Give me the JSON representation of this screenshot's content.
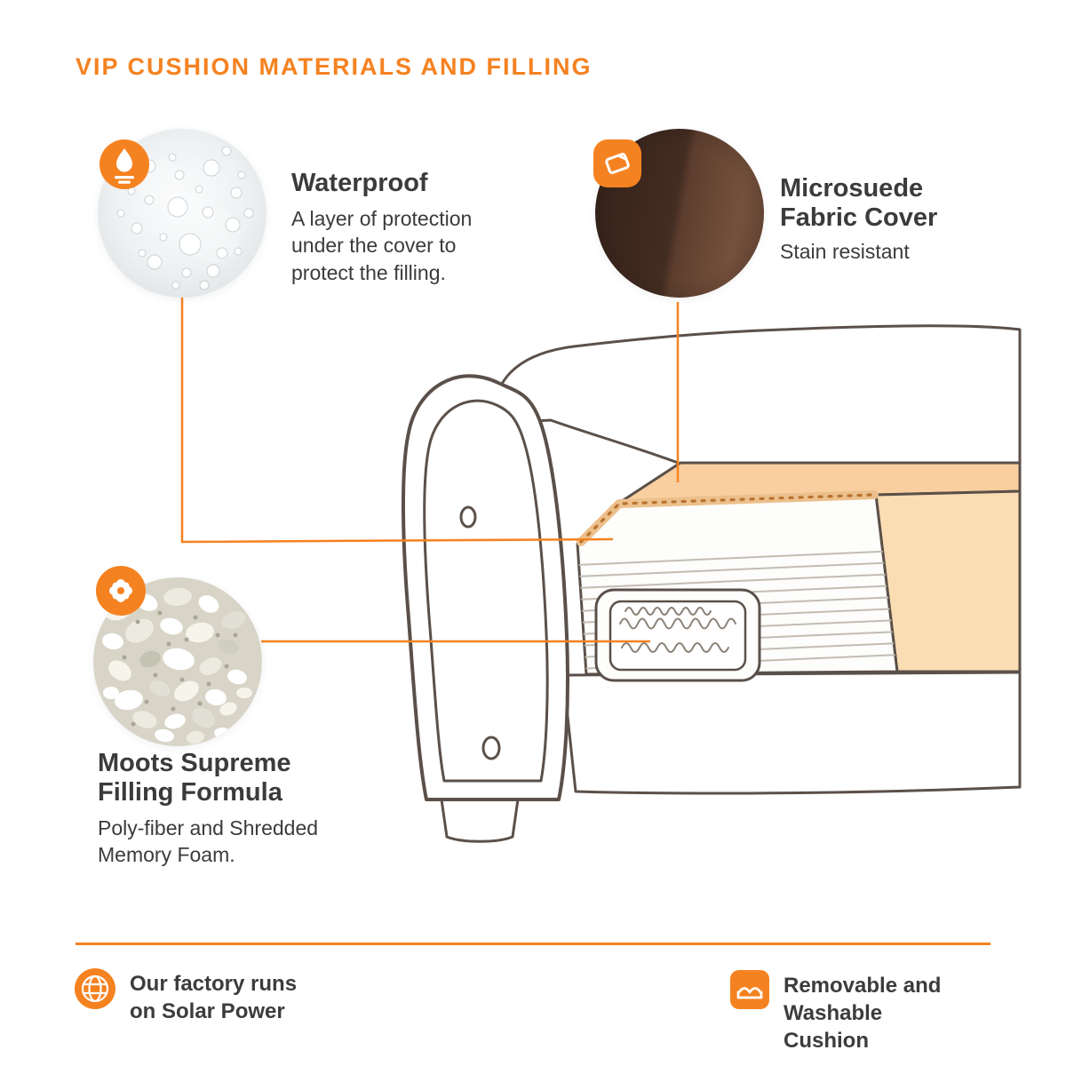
{
  "title": "VIP CUSHION MATERIALS AND FILLING",
  "colors": {
    "accent": "#F58220",
    "heading_text": "#3B3B3B",
    "line_art": "#5B5049",
    "cushion_top": "#F9CFA0",
    "cushion_front": "#FBDDB4",
    "suede_dark": "#432C21",
    "suede_light": "#75513C"
  },
  "callouts": {
    "waterproof": {
      "heading": "Waterproof",
      "description": "A layer of protection under the cover to protect the filling.",
      "icon": "water-drop-icon",
      "swatch": "waterproof-liner-texture"
    },
    "microsuede": {
      "heading": "Microsuede Fabric Cover",
      "description": "Stain resistant",
      "icon": "fabric-swatch-icon",
      "swatch": "microsuede-fabric-texture"
    },
    "filling": {
      "heading": "Moots Supreme Filling Formula",
      "description": "Poly-fiber and Shredded Memory Foam.",
      "icon": "fluff-icon",
      "swatch": "shredded-foam-texture"
    }
  },
  "footer": {
    "left": {
      "text": "Our factory runs on Solar Power",
      "icon": "globe-icon"
    },
    "right": {
      "text": "Removable and Washable Cushion",
      "icon": "cushion-icon"
    }
  }
}
